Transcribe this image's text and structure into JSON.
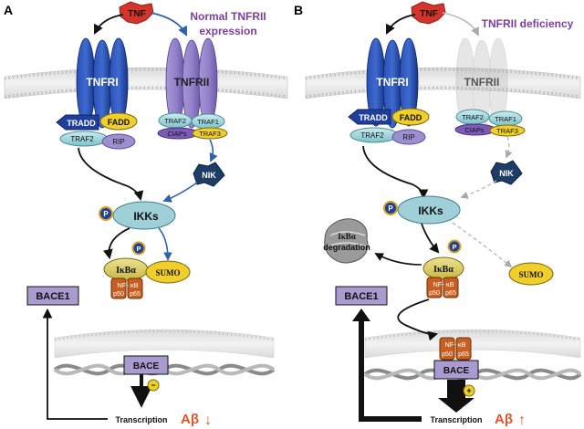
{
  "panels": {
    "a": {
      "letter": "A",
      "ligand": "TNF",
      "caption_line1": "Normal TNFRII",
      "caption_line2": "expression",
      "receptor1": "TNFRI",
      "receptor2": "TNFRII",
      "tradd": "TRADD",
      "fadd": "FADD",
      "traf2_left": "TRAF2",
      "rip": "RIP",
      "traf2_right": "TRAF2",
      "traf1": "TRAF1",
      "ciaps": "CIAPs",
      "traf3": "TRAF3",
      "nik": "NIK",
      "phospho": "P",
      "ikks": "IKKs",
      "ikba": "IκBα",
      "sumo": "SUMO",
      "nfkb": "NF- κB",
      "p50": "p50",
      "p65": "p65",
      "bace1": "BACE1",
      "bace": "BACE",
      "transcription": "Transcription",
      "abeta": "Aβ",
      "abeta_arrow": "↓",
      "minus": "−"
    },
    "b": {
      "letter": "B",
      "ligand": "TNF",
      "caption": "TNFRII deficiency",
      "receptor1": "TNFRI",
      "receptor2": "TNFRII",
      "tradd": "TRADD",
      "fadd": "FADD",
      "traf2_left": "TRAF2",
      "rip": "RIP",
      "traf2_right": "TRAF2",
      "traf1": "TRAF1",
      "ciaps": "CIAPs",
      "traf3": "TRAF3",
      "nik": "NIK",
      "phospho": "P",
      "ikks": "IKKs",
      "degradation_line1": "IκBα",
      "degradation_line2": "degradation",
      "ikba": "IκBα",
      "sumo": "SUMO",
      "nfkb": "NF- κB",
      "p50": "p50",
      "p65": "p65",
      "bace1": "BACE1",
      "bace": "BACE",
      "transcription": "Transcription",
      "abeta": "Aβ",
      "abeta_arrow": "↑",
      "plus": "+"
    }
  },
  "colors": {
    "receptor1": "#1f3f9a",
    "receptor2": "#8a78c2",
    "tnf": "#d3352a",
    "caption": "#7b3f98",
    "nik": "#1d3d66",
    "ikks": "#9fd0d8",
    "sumo": "#f1cf2a",
    "bace_box": "#a99bcf",
    "abeta": "#e2552b",
    "arrow_blue": "#2f62a8",
    "gray_arrow": "#aaaaaa"
  }
}
